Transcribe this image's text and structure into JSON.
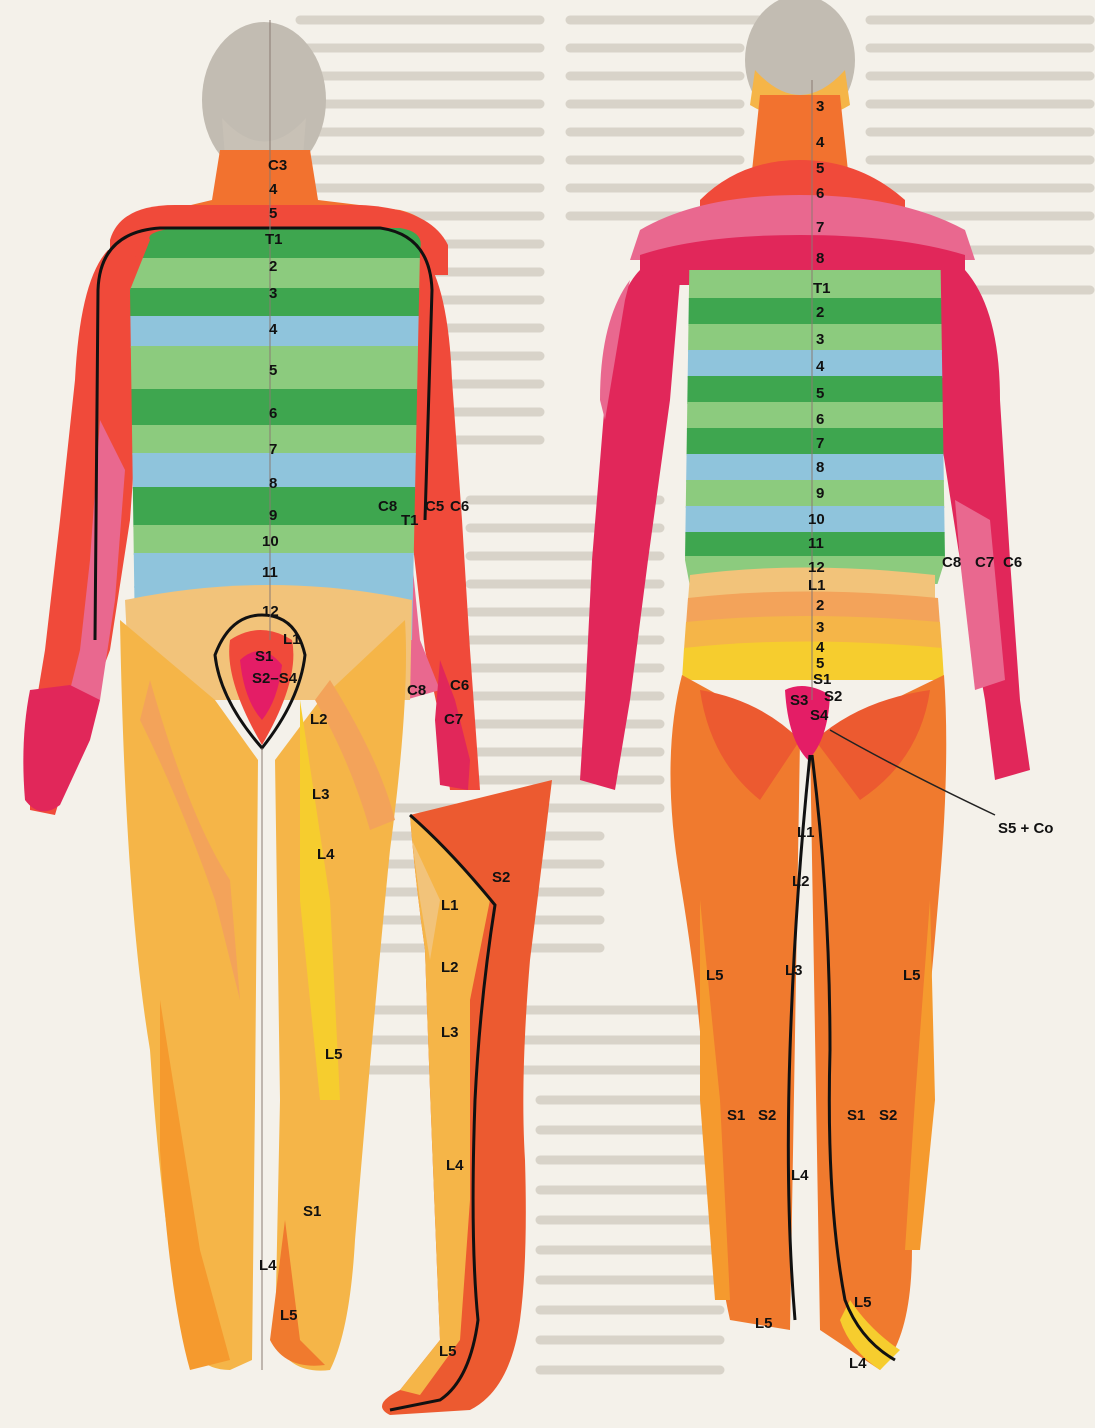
{
  "colors": {
    "cervical_high": "#f2722f",
    "cervical_low": "#f04a3a",
    "c8": "#e9688f",
    "c7": "#e1275a",
    "thoracic_green": "#3ea64f",
    "thoracic_light_green": "#8ccb7e",
    "thoracic_blue": "#8fc4dc",
    "lumbar_l1": "#f2c37a",
    "lumbar_l2": "#f3a35a",
    "lumbar_l3": "#f5b548",
    "lumbar_l4": "#f6cd2e",
    "lumbar_l5": "#f59a2e",
    "sacral_s1": "#f07a2e",
    "sacral_s2": "#ec5a30",
    "sacral_s3_s4": "#e41d66",
    "head": "#bdb7ad",
    "page": "#f4f1ea"
  },
  "front": {
    "neck": [
      "C3",
      "4",
      "5"
    ],
    "trunk": [
      "T1",
      "2",
      "3",
      "4",
      "5",
      "6",
      "7",
      "8",
      "9",
      "10",
      "11",
      "12"
    ],
    "perineum": [
      "L1",
      "S1",
      "S2–S4"
    ],
    "arm_upper": [
      "C8",
      "T1",
      "C5",
      "C6"
    ],
    "hand": [
      "C8",
      "C6",
      "C7"
    ],
    "thigh": [
      "L2",
      "L3",
      "L4"
    ],
    "leg": [
      "L5",
      "S1",
      "L4",
      "L5"
    ]
  },
  "side_leg": [
    "S2",
    "L1",
    "L2",
    "L3",
    "L4",
    "L5"
  ],
  "back": {
    "spine": [
      "3",
      "4",
      "5",
      "6",
      "7",
      "8",
      "T1",
      "2",
      "3",
      "4",
      "5",
      "6",
      "7",
      "8",
      "9",
      "10",
      "11",
      "12",
      "L1",
      "2",
      "3",
      "4",
      "5",
      "S1",
      "S2",
      "S3",
      "S4"
    ],
    "arm": [
      "C8",
      "C7",
      "C6"
    ],
    "coccyx": "S5 + Co",
    "thigh": [
      "L1",
      "L2",
      "L5",
      "L3",
      "L5"
    ],
    "calf": [
      "S1",
      "S2",
      "S1",
      "S2",
      "L4"
    ],
    "foot": [
      "L5",
      "L5",
      "L4"
    ]
  }
}
